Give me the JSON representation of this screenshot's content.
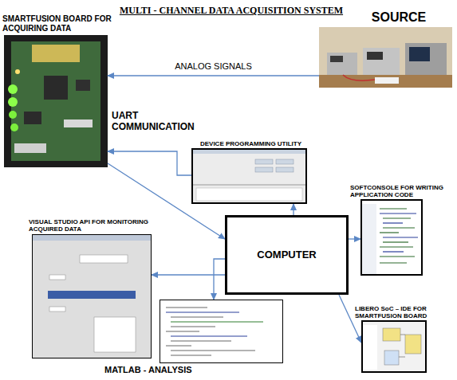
{
  "diagram": {
    "title": "MULTI - CHANNEL DATA ACQUISITION SYSTEM",
    "nodes": [
      {
        "text": [
          "SMARTFUSION BOARD FOR ACQUIRING DATA"
        ]
      },
      {
        "text": [
          "SOURCE"
        ]
      },
      {
        "text": [
          "DEVICE PROGRAMMING UTILITY"
        ]
      },
      {
        "text": [
          "COMPUTER"
        ]
      },
      {
        "text": [
          "SOFTCONSOLE FOR WRITING APPLICATION CODE"
        ]
      },
      {
        "text": [
          "VISUAL STUDIO API FOR MONITORING ACQUIRED DATA"
        ]
      },
      {
        "text": [
          "LIBERO SoC – IDE FOR SMARTFUSION BOARD"
        ]
      },
      {
        "text": [
          "MATLAB - ANALYSIS"
        ]
      }
    ],
    "edges": [
      {
        "from": 1,
        "to": 0,
        "label": "ANALOG SIGNALS",
        "arrow": "to"
      },
      {
        "from": 2,
        "to": 0,
        "arrow": "to"
      },
      {
        "from": 0,
        "to": 3,
        "arrow": "to"
      },
      {
        "from": 3,
        "to": 2,
        "arrow": "to"
      },
      {
        "from": 3,
        "to": 4,
        "arrow": "to"
      },
      {
        "from": 3,
        "to": 6,
        "arrow": "to"
      },
      {
        "from": 3,
        "to": 5,
        "arrow": "to"
      },
      {
        "from": 3,
        "to": 7,
        "arrow": "to"
      }
    ],
    "labels": [
      "UART COMMUNICATION"
    ]
  }
}
